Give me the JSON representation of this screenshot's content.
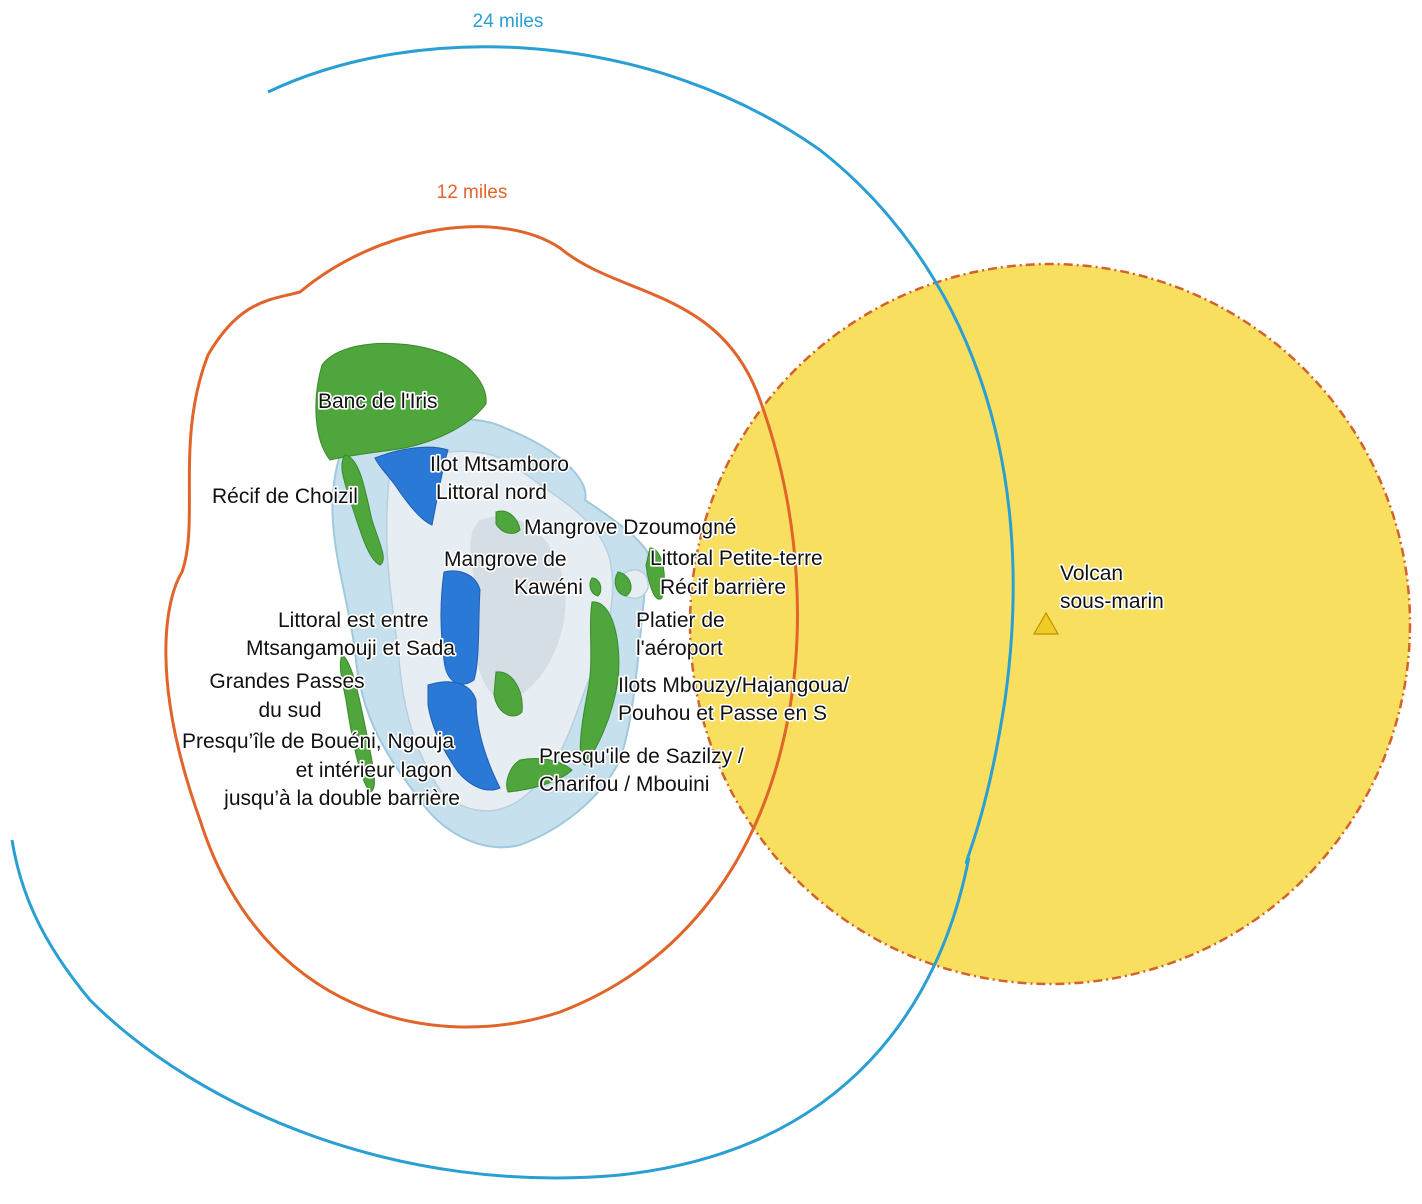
{
  "map": {
    "colors": {
      "zone_24": "#2a9fd3",
      "zone_12": "#e1642a",
      "volcano_area": "#f8df5f",
      "volcano_border": "#d2632a",
      "volcano_marker": "#f1cc27",
      "green_areas": "#4ea63c",
      "blue_areas": "#2a79d6",
      "island": "#e6edf3",
      "reef": "#c6e0ee"
    },
    "zones": {
      "outer": "24 miles",
      "inner": "12 miles"
    },
    "volcano": {
      "icon": "triangle-marker-icon",
      "label_line1": "Volcan",
      "label_line2": "sous-marin"
    },
    "labels": {
      "banc_iris": "Banc de l'Iris",
      "ilot_mtsamboro": "Ilot Mtsamboro",
      "littoral_nord": "Littoral nord",
      "recif_choizil": "Récif de Choizil",
      "mangrove_dzoumogne": "Mangrove Dzoumogné",
      "mangrove_kaweni_1": "Mangrove de",
      "mangrove_kaweni_2": "Kawéni",
      "littoral_petite_terre": "Littoral Petite-terre",
      "recif_barriere": "Récif barrière",
      "platier_1": "Platier de",
      "platier_2": "l'aéroport",
      "littoral_est_1": "Littoral est entre",
      "littoral_est_2": "Mtsangamouji et Sada",
      "grandes_passes_1": "Grandes Passes",
      "grandes_passes_2": "du sud",
      "ilots_mbouzy_1": "Ilots Mbouzy/Hajangoua/",
      "ilots_mbouzy_2": "Pouhou et Passe en S",
      "presquile_boueni_1": "Presqu’île de Bouéni, Ngouja",
      "presquile_boueni_2": "et intérieur lagon",
      "presquile_boueni_3": "jusqu’à la double barrière",
      "presquile_sazilzy_1": "Presqu'ile de Sazilzy /",
      "presquile_sazilzy_2": "Charifou / Mbouini"
    }
  }
}
